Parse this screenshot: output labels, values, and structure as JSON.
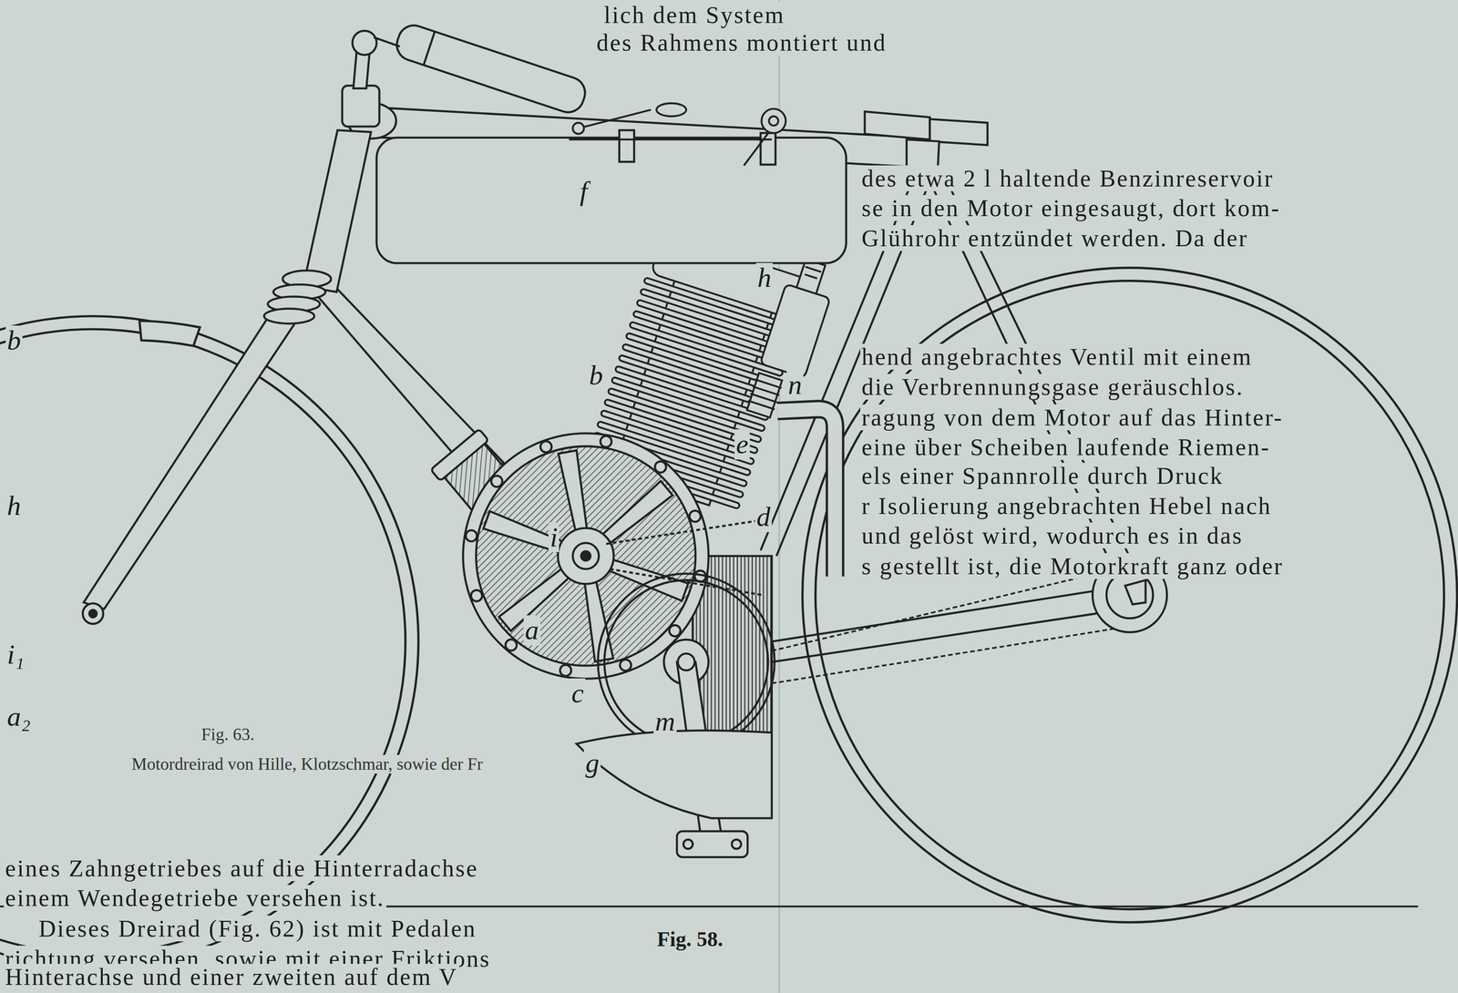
{
  "diagram": {
    "caption": "Fig. 58.",
    "labels": [
      "lich dem System",
      "des Rahmens montiert und",
      "f",
      "h",
      "b",
      "n",
      "e",
      "d",
      "i",
      "a",
      "c",
      "m",
      "g",
      "b",
      "h",
      "i₁",
      "a₂",
      "Fig. 63.",
      "Motordreirad von Hille, Klotzschmar, sowie der Fr",
      "eines Zahngetriebes auf die Hinterradachse",
      "einem Wendegetriebe versehen ist.",
      "Dieses Dreirad (Fig. 62) ist mit Pedalen",
      "richtung versehen, sowie mit einer Friktions",
      "Hinterachse und einer zweiten auf dem V",
      "des etwa 2 l haltende Benzinreservoir",
      "se in den Motor eingesaugt, dort kom-",
      "Glührohr entzündet werden. Da der",
      "hend angebrachtes Ventil mit einem",
      "die Verbrennungsgase geräuschlos.",
      "ragung von dem Motor auf das Hinter-",
      "eine über Scheiben laufende Riemen-",
      "els einer Spannrolle durch Druck",
      "r Isolierung angebrachten Hebel nach",
      "und gelöst wird, wodurch es in das",
      "s gestellt ist, die Motorkraft ganz oder"
    ]
  }
}
